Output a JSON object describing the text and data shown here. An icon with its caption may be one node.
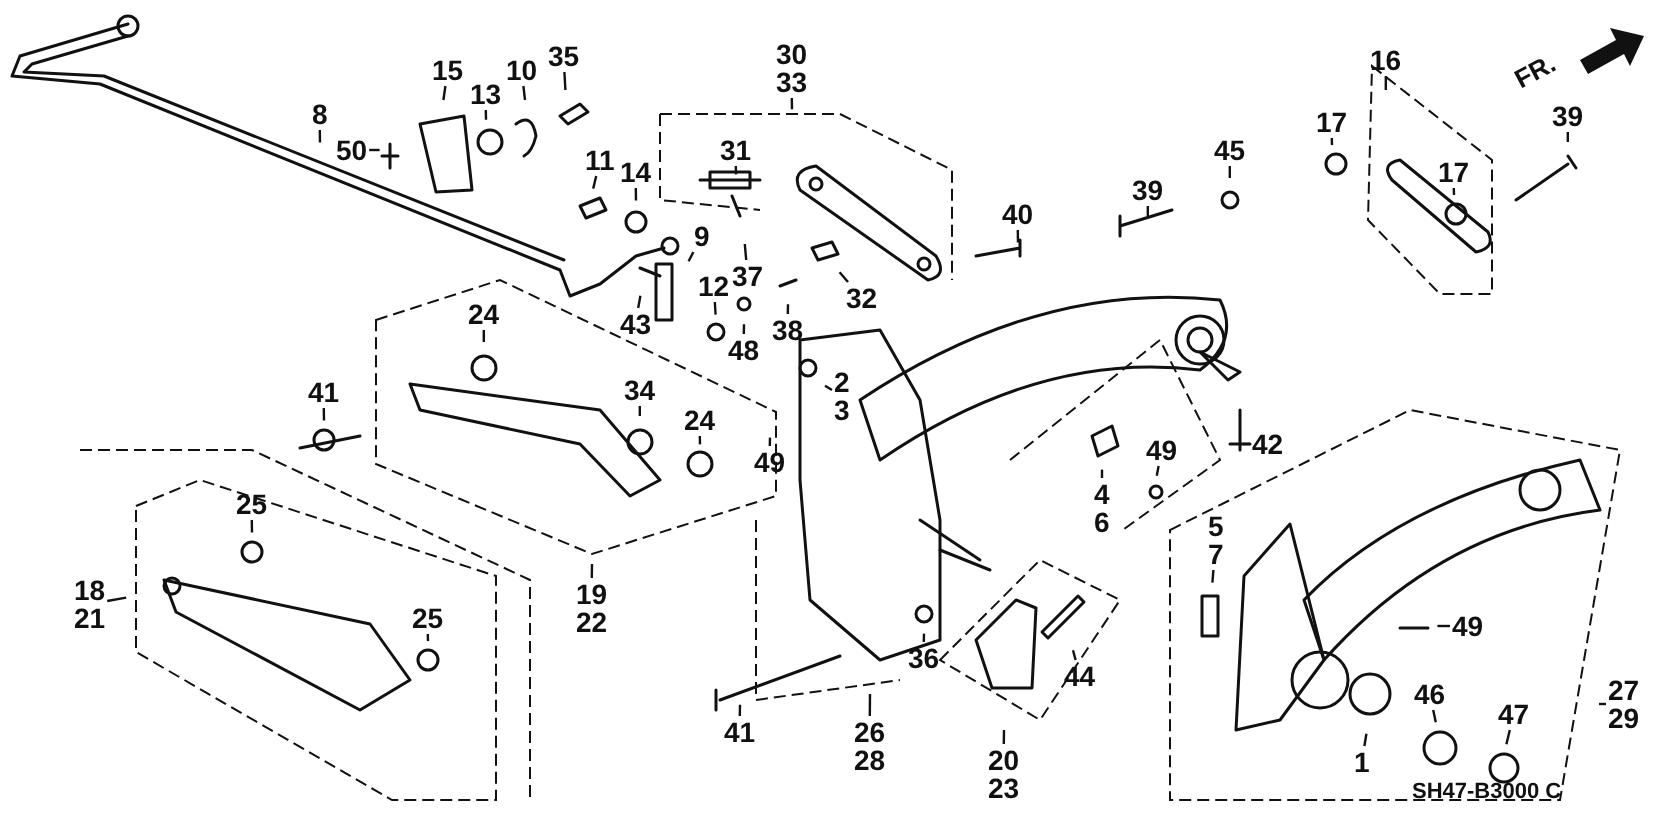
{
  "diagram": {
    "nodes": [
      {
        "text": [
          "8"
        ]
      },
      {
        "text": [
          "50"
        ]
      },
      {
        "text": [
          "15"
        ]
      },
      {
        "text": [
          "13"
        ]
      },
      {
        "text": [
          "10"
        ]
      },
      {
        "text": [
          "35"
        ]
      },
      {
        "text": [
          "11"
        ]
      },
      {
        "text": [
          "14"
        ]
      },
      {
        "text": [
          "30",
          "33"
        ]
      },
      {
        "text": [
          "31"
        ]
      },
      {
        "text": [
          "9"
        ]
      },
      {
        "text": [
          "12"
        ]
      },
      {
        "text": [
          "43"
        ]
      },
      {
        "text": [
          "37"
        ]
      },
      {
        "text": [
          "38"
        ]
      },
      {
        "text": [
          "48"
        ]
      },
      {
        "text": [
          "32"
        ]
      },
      {
        "text": [
          "40"
        ]
      },
      {
        "text": [
          "39"
        ]
      },
      {
        "text": [
          "45"
        ]
      },
      {
        "text": [
          "16"
        ]
      },
      {
        "text": [
          "17"
        ]
      },
      {
        "text": [
          "17"
        ]
      },
      {
        "text": [
          "39"
        ]
      },
      {
        "text": [
          "24"
        ]
      },
      {
        "text": [
          "41"
        ]
      },
      {
        "text": [
          "34"
        ]
      },
      {
        "text": [
          "24"
        ]
      },
      {
        "text": [
          "2",
          "3"
        ]
      },
      {
        "text": [
          "49"
        ]
      },
      {
        "text": [
          "19",
          "22"
        ]
      },
      {
        "text": [
          "25"
        ]
      },
      {
        "text": [
          "18",
          "21"
        ]
      },
      {
        "text": [
          "25"
        ]
      },
      {
        "text": [
          "41"
        ]
      },
      {
        "text": [
          "36"
        ]
      },
      {
        "text": [
          "26",
          "28"
        ]
      },
      {
        "text": [
          "20",
          "23"
        ]
      },
      {
        "text": [
          "44"
        ]
      },
      {
        "text": [
          "4",
          "6"
        ]
      },
      {
        "text": [
          "49"
        ]
      },
      {
        "text": [
          "42"
        ]
      },
      {
        "text": [
          "5",
          "7"
        ]
      },
      {
        "text": [
          "49"
        ]
      },
      {
        "text": [
          "1"
        ]
      },
      {
        "text": [
          "46"
        ]
      },
      {
        "text": [
          "47"
        ]
      },
      {
        "text": [
          "27",
          "29"
        ]
      }
    ],
    "edges": [
      {
        "from": 0,
        "to": null,
        "arrow": "none"
      },
      {
        "from": 1,
        "to": null,
        "arrow": "none"
      },
      {
        "from": 2,
        "to": null,
        "arrow": "none"
      },
      {
        "from": 3,
        "to": null,
        "arrow": "none"
      },
      {
        "from": 4,
        "to": null,
        "arrow": "none"
      },
      {
        "from": 5,
        "to": null,
        "arrow": "none"
      },
      {
        "from": 6,
        "to": null,
        "arrow": "none"
      },
      {
        "from": 7,
        "to": null,
        "arrow": "none"
      },
      {
        "from": 8,
        "to": null,
        "arrow": "none"
      },
      {
        "from": 9,
        "to": null,
        "arrow": "none"
      },
      {
        "from": 10,
        "to": null,
        "arrow": "none"
      },
      {
        "from": 11,
        "to": null,
        "arrow": "none"
      },
      {
        "from": 12,
        "to": null,
        "arrow": "none"
      },
      {
        "from": 13,
        "to": null,
        "arrow": "none"
      },
      {
        "from": 14,
        "to": null,
        "arrow": "none"
      },
      {
        "from": 15,
        "to": null,
        "arrow": "none"
      },
      {
        "from": 16,
        "to": null,
        "arrow": "none"
      },
      {
        "from": 17,
        "to": null,
        "arrow": "none"
      },
      {
        "from": 18,
        "to": null,
        "arrow": "none"
      },
      {
        "from": 19,
        "to": null,
        "arrow": "none"
      },
      {
        "from": 20,
        "to": null,
        "arrow": "none"
      },
      {
        "from": 21,
        "to": null,
        "arrow": "none"
      },
      {
        "from": 22,
        "to": null,
        "arrow": "none"
      },
      {
        "from": 23,
        "to": null,
        "arrow": "none"
      },
      {
        "from": 24,
        "to": null,
        "arrow": "none"
      },
      {
        "from": 25,
        "to": null,
        "arrow": "none"
      },
      {
        "from": 26,
        "to": null,
        "arrow": "none"
      },
      {
        "from": 27,
        "to": null,
        "arrow": "none"
      },
      {
        "from": 28,
        "to": null,
        "arrow": "none"
      },
      {
        "from": 29,
        "to": null,
        "arrow": "none"
      },
      {
        "from": 30,
        "to": null,
        "arrow": "none"
      },
      {
        "from": 31,
        "to": null,
        "arrow": "none"
      },
      {
        "from": 32,
        "to": null,
        "arrow": "none"
      },
      {
        "from": 33,
        "to": null,
        "arrow": "none"
      },
      {
        "from": 34,
        "to": null,
        "arrow": "none"
      },
      {
        "from": 35,
        "to": null,
        "arrow": "none"
      },
      {
        "from": 36,
        "to": null,
        "arrow": "none"
      },
      {
        "from": 37,
        "to": null,
        "arrow": "none"
      },
      {
        "from": 38,
        "to": null,
        "arrow": "none"
      },
      {
        "from": 39,
        "to": null,
        "arrow": "none"
      },
      {
        "from": 40,
        "to": null,
        "arrow": "none"
      },
      {
        "from": 41,
        "to": null,
        "arrow": "none"
      },
      {
        "from": 42,
        "to": null,
        "arrow": "none"
      },
      {
        "from": 43,
        "to": null,
        "arrow": "none"
      },
      {
        "from": 44,
        "to": null,
        "arrow": "none"
      },
      {
        "from": 45,
        "to": null,
        "arrow": "none"
      },
      {
        "from": 46,
        "to": null,
        "arrow": "none"
      },
      {
        "from": 47,
        "to": null,
        "arrow": "none"
      }
    ],
    "labels": [
      "FR.",
      "SH47-B3000 C"
    ]
  }
}
